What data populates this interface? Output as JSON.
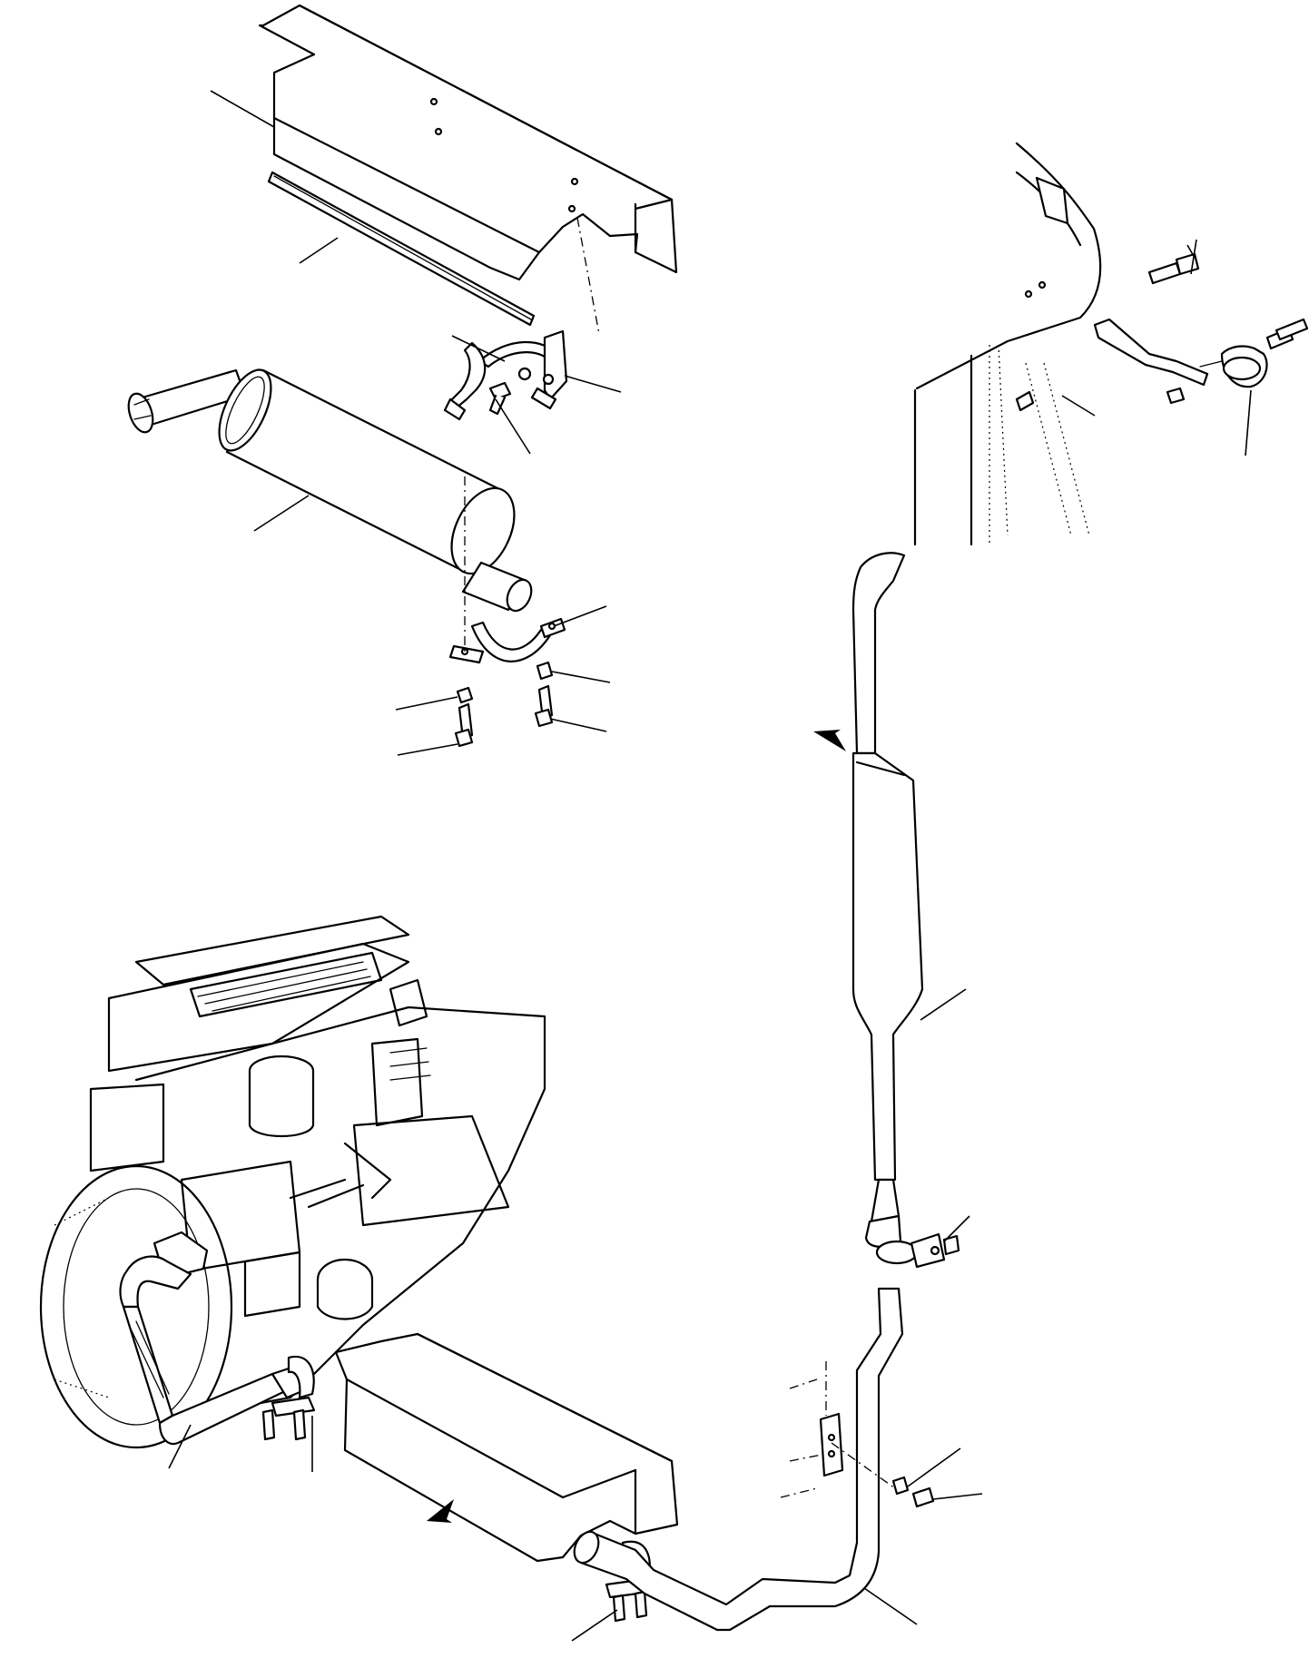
{
  "drawing": {
    "kind": "exploded parts diagram, exhaust system (no printed text)",
    "line_color": "#000000",
    "background_color": "#ffffff"
  },
  "parts": [
    "heat-shield-upper",
    "insulation-strip",
    "clamp-bracket-upper",
    "muffler",
    "clamp-lower",
    "bolts-and-nuts",
    "cab-corner",
    "tailpipe-bracket",
    "tailpipe",
    "pipe-clamp",
    "engine",
    "exhaust-manifold-pipe",
    "heat-shield-lower",
    "u-bolt-clamp",
    "bent-pipe",
    "mounting-plate",
    "direction-arrows"
  ]
}
